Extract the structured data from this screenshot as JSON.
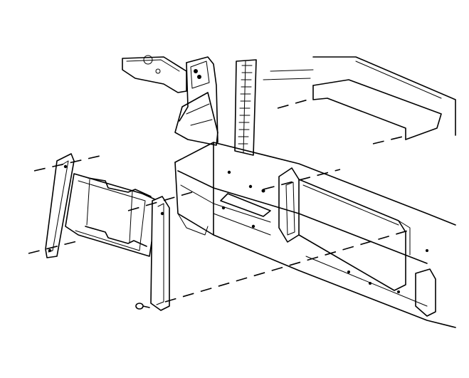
{
  "diagram": {
    "kind": "exploded-assembly-illustration",
    "style": "black line art on white",
    "parts": [
      "vehicle-body-panel",
      "bracket-front",
      "bracket-rear",
      "fastener-screw"
    ],
    "labels": []
  },
  "colors": {
    "line": "#000000",
    "background": "#ffffff"
  }
}
